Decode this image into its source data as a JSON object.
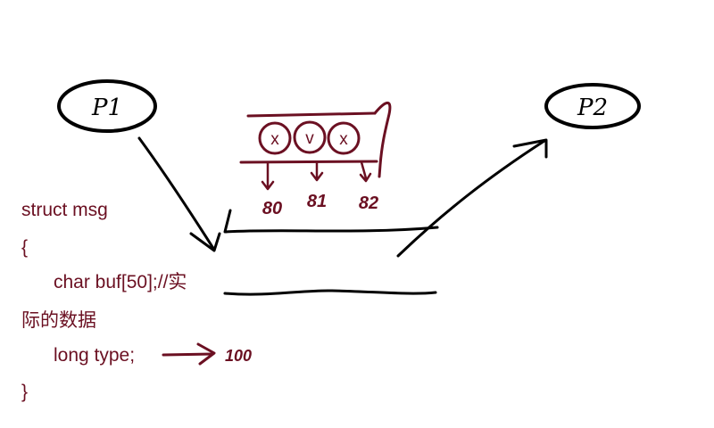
{
  "nodes": {
    "p1": {
      "label": "P1"
    },
    "p2": {
      "label": "P2"
    }
  },
  "queue": {
    "cells": [
      "x",
      "v",
      "x"
    ],
    "labels": [
      "80",
      "81",
      "82"
    ]
  },
  "code": {
    "lines": [
      "struct msg",
      "{",
      "char buf[50];//实",
      "际的数据",
      "long type;",
      "}"
    ],
    "annotation": "100"
  },
  "colors": {
    "ink_black": "#000000",
    "ink_maroon": "#6b1022"
  }
}
